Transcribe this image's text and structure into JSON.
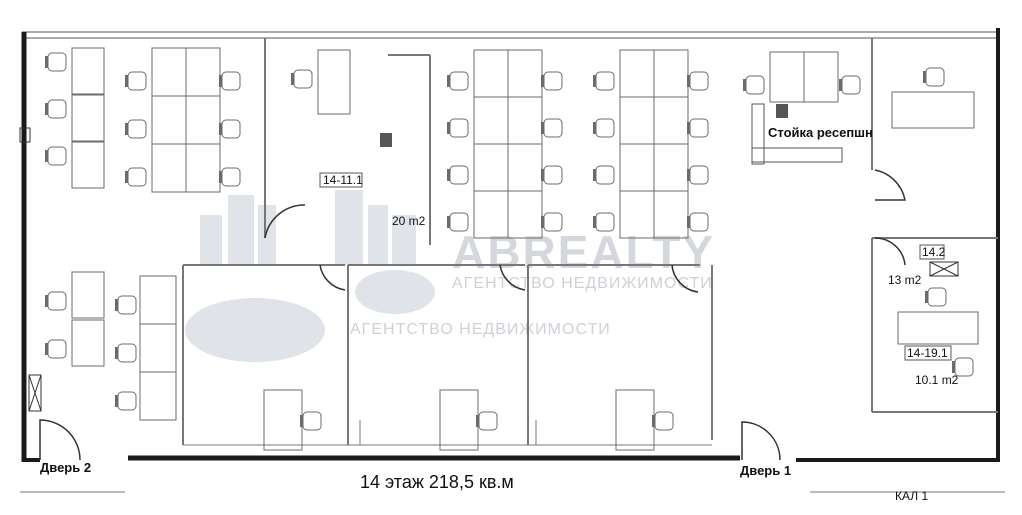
{
  "plan": {
    "caption": "14 этаж 218,5 кв.м",
    "doors": [
      {
        "id": "door-2",
        "label": "Дверь 2"
      },
      {
        "id": "door-1",
        "label": "Дверь 1"
      }
    ],
    "reception_label": "Стойка ресепшн",
    "rooms": [
      {
        "id": "room-14-11",
        "code": "14-11.1",
        "area": "20 m2"
      },
      {
        "id": "room-14-2",
        "code": "14.2",
        "area": "13 m2"
      },
      {
        "id": "room-14-19",
        "code": "14-19.1",
        "area": "10.1 m2"
      }
    ],
    "corner_stamp": "КАЛ 1"
  },
  "watermark": {
    "brand": "ABREALTY",
    "tagline": "АГЕНТСТВО НЕДВИЖИМОСТИ"
  },
  "colors": {
    "wall": "#1a1a1a",
    "thin_wall": "#6a6a6a",
    "furniture": "#7a7a7a",
    "watermark": "#c9cdd3"
  }
}
